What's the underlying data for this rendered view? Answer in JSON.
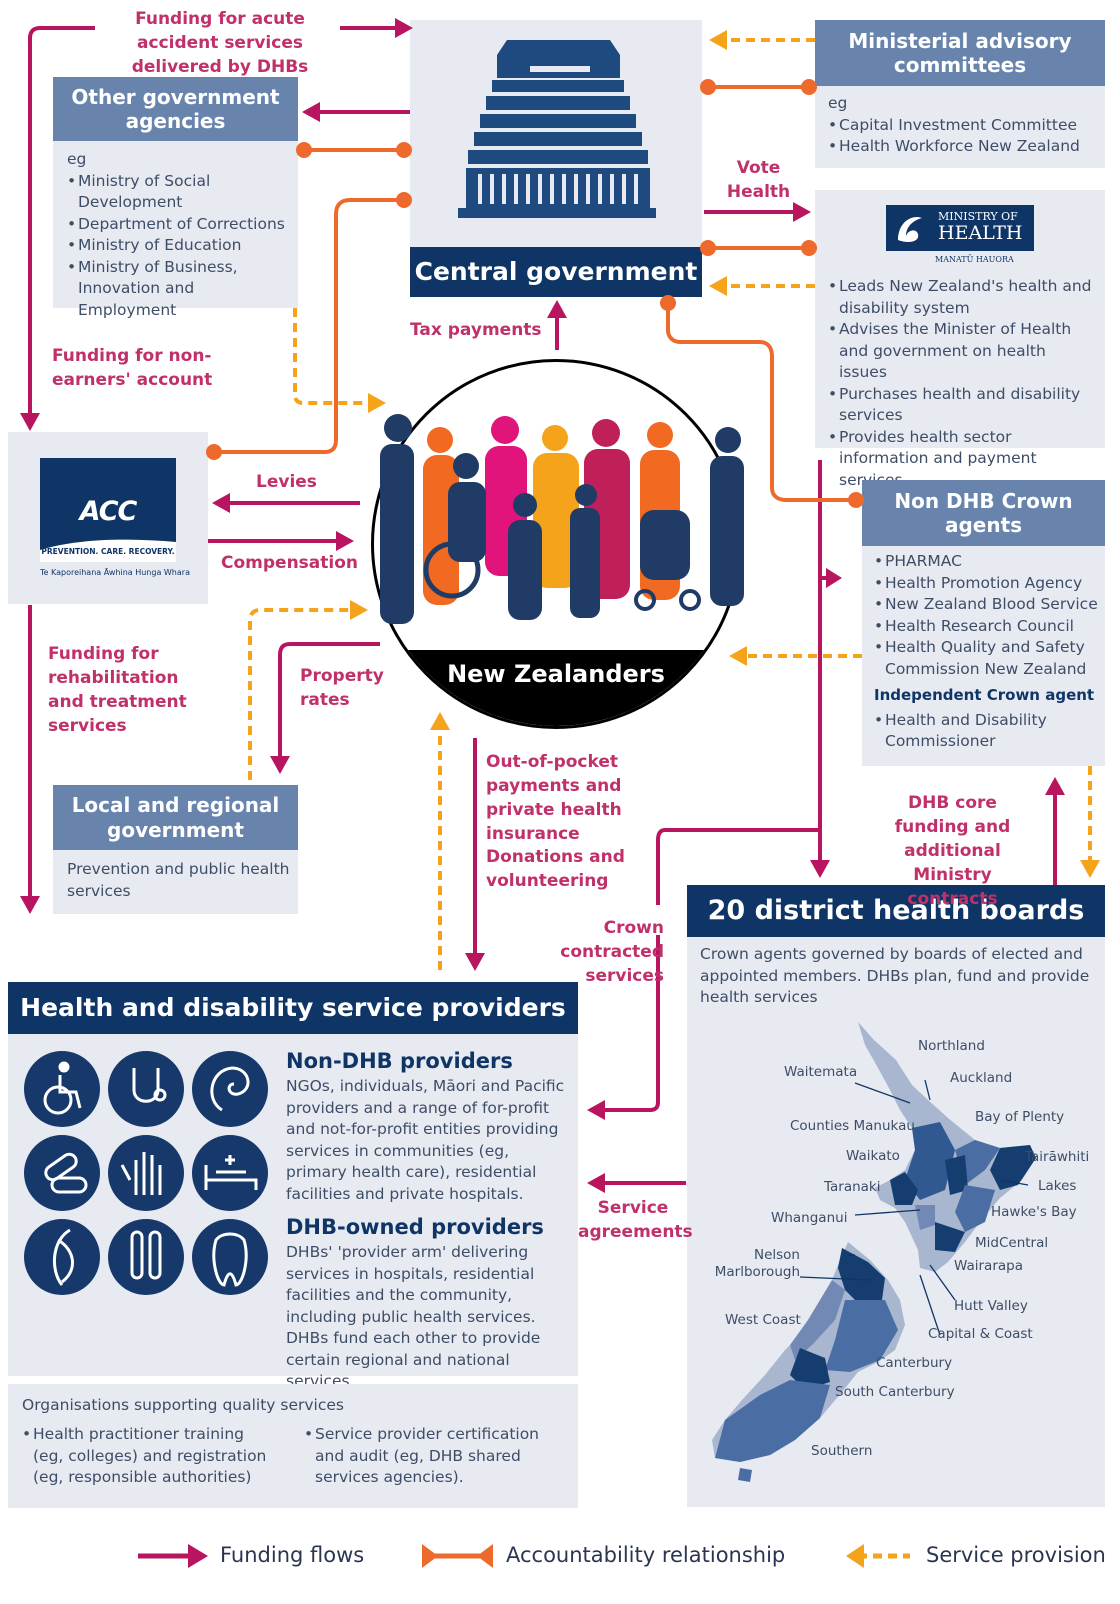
{
  "labels": {
    "acute_funding": "Funding for acute accident services delivered by DHBs",
    "vote_health": "Vote Health",
    "tax_payments": "Tax payments",
    "non_earners": "Funding for non-earners' account",
    "levies": "Levies",
    "compensation": "Compensation",
    "rehab_funding": "Funding for rehabilitation and treatment services",
    "property_rates": "Property rates",
    "out_of_pocket": "Out-of-pocket payments and private health insurance",
    "donations": "Donations and volunteering",
    "crown_contracted": "Crown contracted services",
    "service_agreements": "Service agreements",
    "dhb_core": "DHB core funding and additional Ministry contracts"
  },
  "other_gov": {
    "title": "Other government agencies",
    "eg": "eg",
    "items": [
      "Ministry of Social Development",
      "Department of Corrections",
      "Ministry of Education",
      "Ministry of Business, Innovation and Employment"
    ]
  },
  "central_gov": {
    "title": "Central government"
  },
  "ministerial": {
    "title": "Ministerial advisory committees",
    "eg": "eg",
    "items": [
      "Capital Investment Committee",
      "Health Workforce New Zealand"
    ]
  },
  "moh": {
    "logo_line1": "MINISTRY OF",
    "logo_line2": "HEALTH",
    "logo_sub": "MANATŪ HAUORA",
    "items": [
      "Leads New Zealand's health and disability system",
      "Advises the Minister of Health and government on health issues",
      "Purchases health and disability services",
      "Provides health sector information and payment services"
    ]
  },
  "acc": {
    "logo": "ACC",
    "tagline": "PREVENTION. CARE. RECOVERY.",
    "maori": "Te Kaporeihana Āwhina Hunga Whara"
  },
  "new_zealanders": {
    "title": "New Zealanders"
  },
  "non_dhb_crown": {
    "title": "Non DHB Crown agents",
    "items": [
      "PHARMAC",
      "Health Promotion Agency",
      "New Zealand Blood Service",
      "Health Research Council",
      "Health Quality and Safety Commission New Zealand"
    ],
    "independent_title": "Independent Crown agent",
    "independent_items": [
      "Health and Disability Commissioner"
    ]
  },
  "local_gov": {
    "title": "Local and regional government",
    "text": "Prevention and public health services"
  },
  "dhbs": {
    "title": "20 district health boards",
    "text": "Crown agents governed by boards of elected and appointed members. DHBs plan, fund and provide health services",
    "regions": [
      "Northland",
      "Waitemata",
      "Auckland",
      "Bay of Plenty",
      "Counties Manukau",
      "Waikato",
      "Tairāwhiti",
      "Taranaki",
      "Lakes",
      "Hawke's Bay",
      "Whanganui",
      "MidCentral",
      "Nelson Marlborough",
      "Wairarapa",
      "Hutt Valley",
      "West Coast",
      "Capital & Coast",
      "Canterbury",
      "South Canterbury",
      "Southern"
    ]
  },
  "providers": {
    "title": "Health and disability service providers",
    "non_dhb_title": "Non-DHB providers",
    "non_dhb_text": "NGOs, individuals, Māori and Pacific providers and a range of for-profit and not-for-profit entities providing services in communities (eg, primary health care), residential facilities and private hospitals.",
    "dhb_title": "DHB-owned providers",
    "dhb_text": "DHBs' 'provider arm' delivering services in hospitals, residential facilities and the community, including public health services. DHBs fund each other to provide certain regional and national services.",
    "icons": [
      "wheelchair-icon",
      "stethoscope-icon",
      "koru-icon",
      "pills-icon",
      "hand-xray-icon",
      "hospital-bed-icon",
      "pregnancy-icon",
      "test-tubes-icon",
      "tooth-icon"
    ]
  },
  "supporting": {
    "title": "Organisations supporting quality services",
    "col1": "Health practitioner training (eg, colleges) and registration (eg, responsible authorities)",
    "col2": "Service provider certification and audit (eg, DHB shared services agencies)."
  },
  "legend": {
    "funding": "Funding flows",
    "accountability": "Accountability relationship",
    "service": "Service provision"
  },
  "colors": {
    "funding": "#b8145f",
    "accountability": "#ee6a2c",
    "service": "#f5a31a",
    "navy": "#0f3566",
    "header_blue": "#6884ad",
    "panel": "#e8eaf2"
  }
}
